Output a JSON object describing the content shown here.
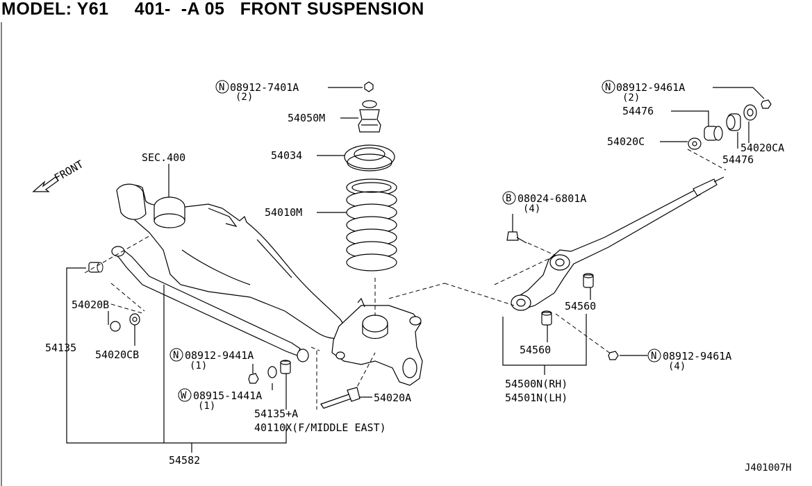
{
  "header": {
    "title": "MODEL: Y61     401-  -A 05   FRONT SUSPENSION"
  },
  "diagram_code": "J401007H",
  "direction_label": "FRONT",
  "section_ref": "SEC.400",
  "callouts": {
    "nut_top": {
      "prefix": "N",
      "part": "08912-7401A",
      "qty": "(2)"
    },
    "bumper": {
      "part": "54050M"
    },
    "seat": {
      "part": "54034"
    },
    "spring": {
      "part": "54010M"
    },
    "nut_rear_rod": {
      "prefix": "N",
      "part": "08912-9461A",
      "qty": "(2)"
    },
    "bush_54476_a": {
      "part": "54476"
    },
    "washer_c": {
      "part": "54020C"
    },
    "washer_ca": {
      "part": "54020CA"
    },
    "bush_54476_b": {
      "part": "54476"
    },
    "bolt_b": {
      "prefix": "B",
      "part": "08024-6801A",
      "qty": "(4)"
    },
    "bush_54560_a": {
      "part": "54560"
    },
    "bush_54560_b": {
      "part": "54560"
    },
    "nut_lower": {
      "prefix": "N",
      "part": "08912-9461A",
      "qty": "(4)"
    },
    "link_rh": {
      "part": "54500N(RH)"
    },
    "link_lh": {
      "part": "54501N(LH)"
    },
    "washer_b": {
      "part": "54020B"
    },
    "washer_cb": {
      "part": "54020CB"
    },
    "stabilizer": {
      "part": "54135"
    },
    "nut_stab": {
      "prefix": "N",
      "part": "08912-9441A",
      "qty": "(1)"
    },
    "washer_stab": {
      "prefix": "W",
      "part": "08915-1441A",
      "qty": "(1)"
    },
    "bolt_54020a": {
      "part": "54020A"
    },
    "stab_plus": {
      "part": "54135+A"
    },
    "axle_variant": {
      "part": "40110X(F/MIDDLE EAST)"
    },
    "assembly": {
      "part": "54582"
    }
  }
}
